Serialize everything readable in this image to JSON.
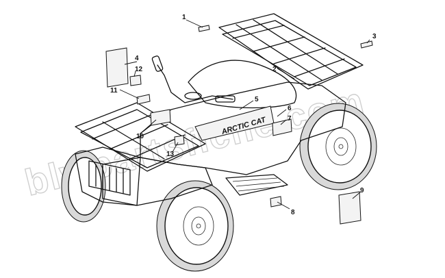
{
  "watermark": "blwpartsfiche.com",
  "brand_text": "ARCTIC CAT",
  "callouts": [
    {
      "id": "c1",
      "label": "1"
    },
    {
      "id": "c2",
      "label": "2"
    },
    {
      "id": "c3",
      "label": "3"
    },
    {
      "id": "c4",
      "label": "4"
    },
    {
      "id": "c5",
      "label": "5"
    },
    {
      "id": "c6",
      "label": "6"
    },
    {
      "id": "c7",
      "label": "7"
    },
    {
      "id": "c8",
      "label": "8"
    },
    {
      "id": "c9",
      "label": "9"
    },
    {
      "id": "c10",
      "label": "10"
    },
    {
      "id": "c11",
      "label": "11"
    },
    {
      "id": "c12",
      "label": "12"
    },
    {
      "id": "c13",
      "label": "13"
    }
  ]
}
